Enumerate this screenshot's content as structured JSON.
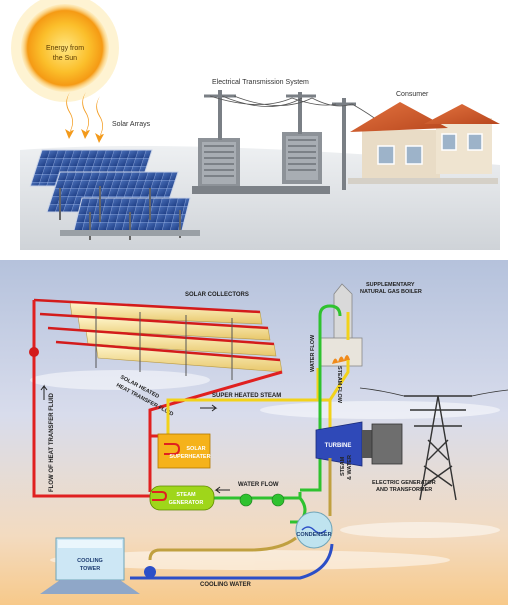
{
  "top": {
    "sun_label_line1": "Energy from",
    "sun_label_line2": "the Sun",
    "solar_arrays": "Solar Arrays",
    "transmission": "Electrical Transmission System",
    "consumer": "Consumer"
  },
  "bottom": {
    "solar_collectors": "SOLAR COLLECTORS",
    "boiler_line1": "SUPPLEMENTARY",
    "boiler_line2": "NATURAL GAS BOILER",
    "flow_htf": "FLOW OF HEAT TRANSFER FLUID",
    "solar_heated_line1": "SOLAR HEATED",
    "solar_heated_line2": "HEAT TRANSFER FLUID",
    "water_flow_v": "WATER FLOW",
    "steam_flow_v": "STEAM FLOW",
    "super_heated": "SUPER HEATED STEAM",
    "superheater_line1": "SOLAR",
    "superheater_line2": "SUPERHEATER",
    "turbine": "TURBINE",
    "steam_gen_line1": "STEAM",
    "steam_gen_line2": "GENERATOR",
    "water_flow_h": "WATER FLOW",
    "steam_water_line1": "STEAM",
    "steam_water_line2": "& WATER",
    "generator_line1": "ELECTRIC GENERATOR",
    "generator_line2": "AND TRANSFORMER",
    "condenser": "CONDENSER",
    "cooling_line1": "COOLING",
    "cooling_line2": "TOWER",
    "cooling_water": "COOLING WATER"
  },
  "colors": {
    "sun": "#f7b325",
    "hot_pipe": "#e02020",
    "steam_pipe": "#f2d21a",
    "water_pipe": "#2fc22f",
    "cool_pipe": "#2c4fc7",
    "sky_top": "#b7c4dc",
    "sky_bottom": "#f3d9bd"
  }
}
